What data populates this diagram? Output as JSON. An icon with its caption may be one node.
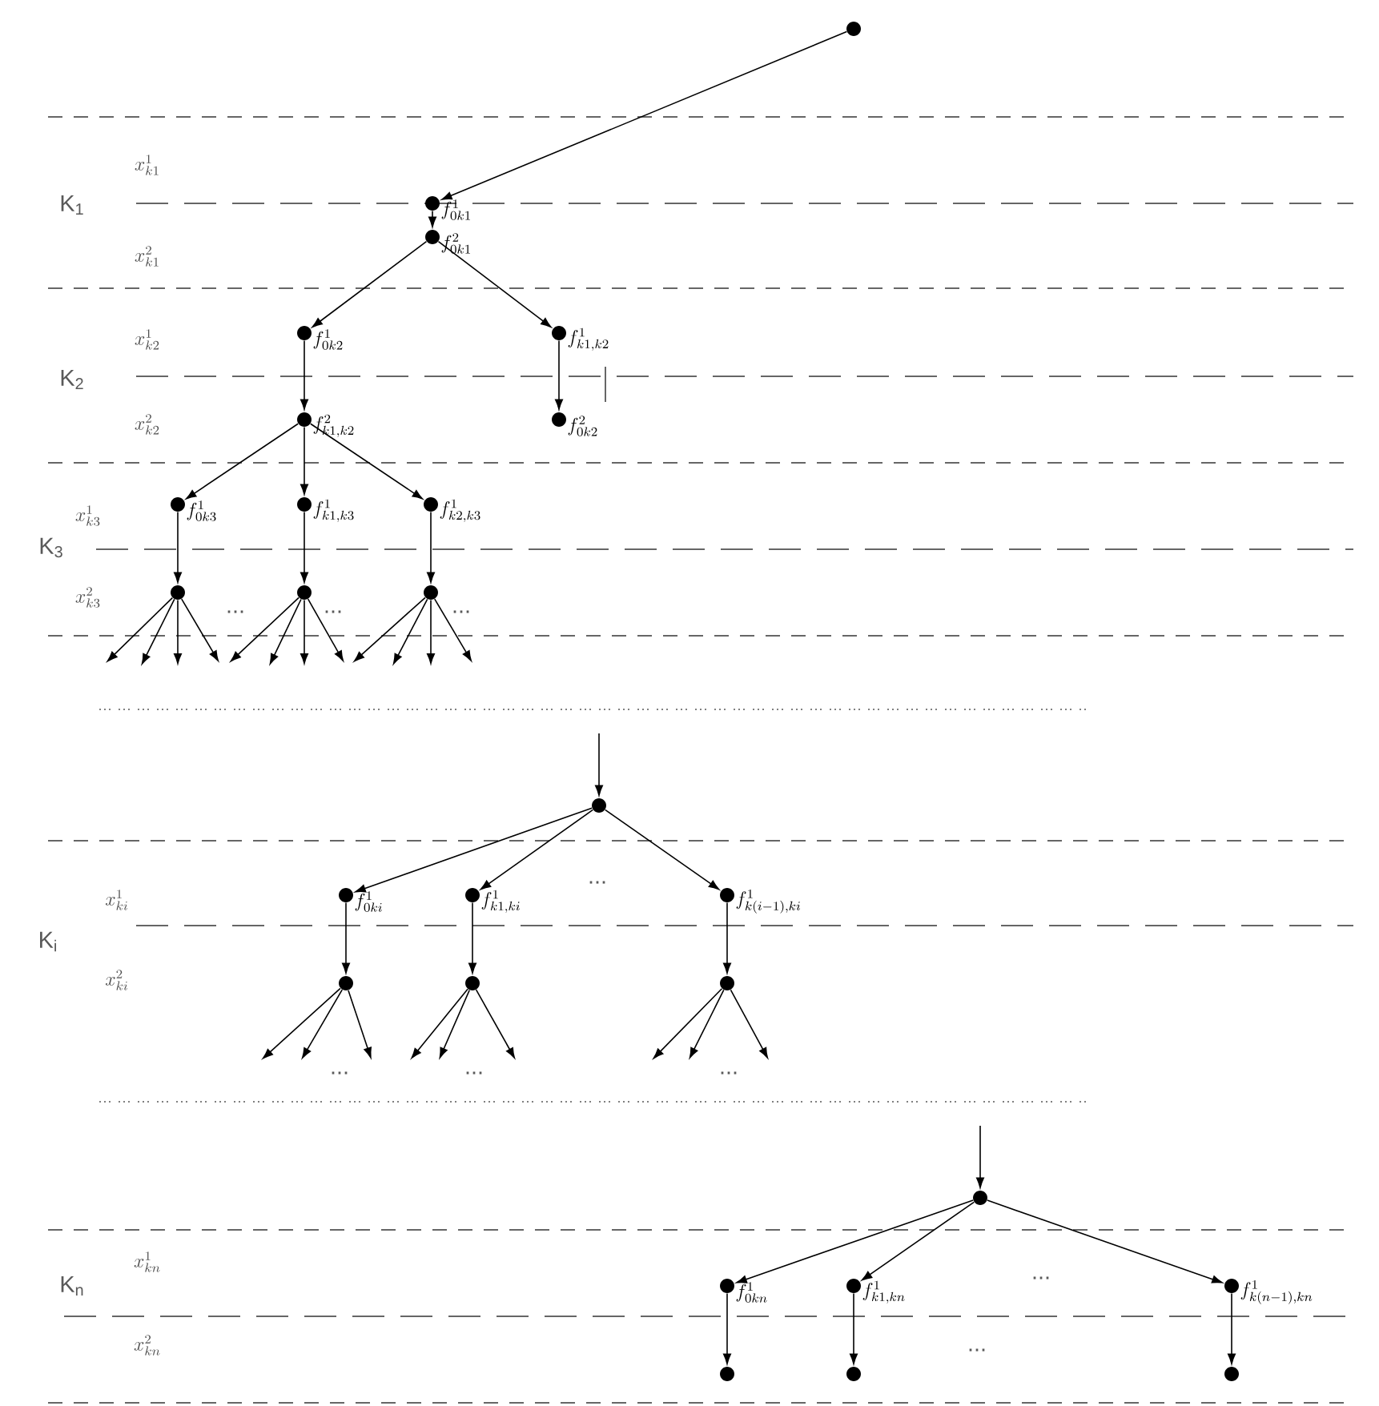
{
  "diagram": {
    "nodes": [
      {
        "text": [],
        "shape": "circle"
      },
      {
        "text": [],
        "shape": "circle",
        "beside": [
          "f^{1}_{0k1}"
        ]
      },
      {
        "text": [],
        "shape": "circle",
        "beside": [
          "f^{2}_{0k1}"
        ]
      },
      {
        "text": [],
        "shape": "circle",
        "beside": [
          "f^{1}_{0k2}"
        ]
      },
      {
        "text": [],
        "shape": "circle",
        "beside": [
          "f^{1}_{k1,k2}"
        ]
      },
      {
        "text": [],
        "shape": "circle",
        "beside": [
          "f^{2}_{k1,k2}"
        ]
      },
      {
        "text": [],
        "shape": "circle",
        "beside": [
          "f^{2}_{0k2}"
        ]
      },
      {
        "text": [],
        "shape": "circle",
        "beside": [
          "f^{1}_{0k3}"
        ]
      },
      {
        "text": [],
        "shape": "circle",
        "beside": [
          "f^{1}_{k1,k3}"
        ]
      },
      {
        "text": [],
        "shape": "circle",
        "beside": [
          "f^{1}_{k2,k3}"
        ]
      },
      {
        "text": [],
        "shape": "circle"
      },
      {
        "text": [],
        "shape": "circle"
      },
      {
        "text": [],
        "shape": "circle"
      },
      {
        "text": [],
        "shape": "circle"
      },
      {
        "text": [],
        "shape": "circle",
        "beside": [
          "f^{1}_{0ki}"
        ]
      },
      {
        "text": [],
        "shape": "circle",
        "beside": [
          "f^{1}_{k1,ki}"
        ]
      },
      {
        "text": [],
        "shape": "circle",
        "beside": [
          "f^{1}_{k(i-1),ki}"
        ]
      },
      {
        "text": [],
        "shape": "circle"
      },
      {
        "text": [],
        "shape": "circle"
      },
      {
        "text": [],
        "shape": "circle"
      },
      {
        "text": [],
        "shape": "circle"
      },
      {
        "text": [],
        "shape": "circle",
        "beside": [
          "f^{1}_{0kn}"
        ]
      },
      {
        "text": [],
        "shape": "circle",
        "beside": [
          "f^{1}_{k1,kn}"
        ]
      },
      {
        "text": [],
        "shape": "circle",
        "beside": [
          "f^{1}_{k(n-1),kn}"
        ]
      },
      {
        "text": [],
        "shape": "circle"
      },
      {
        "text": [],
        "shape": "circle"
      },
      {
        "text": [],
        "shape": "circle"
      }
    ],
    "edges": [
      {
        "from": 0,
        "to": 1,
        "arrow": "to"
      },
      {
        "from": 1,
        "to": 2,
        "arrow": "to"
      },
      {
        "from": 2,
        "to": 3,
        "arrow": "to"
      },
      {
        "from": 2,
        "to": 4,
        "arrow": "to"
      },
      {
        "from": 3,
        "to": 5,
        "arrow": "to"
      },
      {
        "from": 4,
        "to": 6,
        "arrow": "to"
      },
      {
        "from": 5,
        "to": 7,
        "arrow": "to"
      },
      {
        "from": 5,
        "to": 8,
        "arrow": "to"
      },
      {
        "from": 5,
        "to": 9,
        "arrow": "to"
      },
      {
        "from": 7,
        "to": 10,
        "arrow": "to"
      },
      {
        "from": 8,
        "to": 11,
        "arrow": "to"
      },
      {
        "from": 9,
        "to": 12,
        "arrow": "to"
      },
      {
        "from": 10,
        "to": null,
        "arrow": "to"
      },
      {
        "from": 10,
        "to": null,
        "arrow": "to"
      },
      {
        "from": 10,
        "to": null,
        "arrow": "to"
      },
      {
        "from": 10,
        "to": null,
        "arrow": "to"
      },
      {
        "from": 11,
        "to": null,
        "arrow": "to"
      },
      {
        "from": 11,
        "to": null,
        "arrow": "to"
      },
      {
        "from": 11,
        "to": null,
        "arrow": "to"
      },
      {
        "from": 11,
        "to": null,
        "arrow": "to"
      },
      {
        "from": 12,
        "to": null,
        "arrow": "to"
      },
      {
        "from": 12,
        "to": null,
        "arrow": "to"
      },
      {
        "from": 12,
        "to": null,
        "arrow": "to"
      },
      {
        "from": 12,
        "to": null,
        "arrow": "to"
      },
      {
        "from": null,
        "to": 13,
        "arrow": "to"
      },
      {
        "from": 13,
        "to": 14,
        "arrow": "to"
      },
      {
        "from": 13,
        "to": 15,
        "arrow": "to"
      },
      {
        "from": 13,
        "to": 16,
        "arrow": "to"
      },
      {
        "from": 14,
        "to": 17,
        "arrow": "to"
      },
      {
        "from": 15,
        "to": 18,
        "arrow": "to"
      },
      {
        "from": 16,
        "to": 19,
        "arrow": "to"
      },
      {
        "from": 17,
        "to": null,
        "arrow": "to"
      },
      {
        "from": 17,
        "to": null,
        "arrow": "to"
      },
      {
        "from": 17,
        "to": null,
        "arrow": "to"
      },
      {
        "from": 18,
        "to": null,
        "arrow": "to"
      },
      {
        "from": 18,
        "to": null,
        "arrow": "to"
      },
      {
        "from": 18,
        "to": null,
        "arrow": "to"
      },
      {
        "from": 19,
        "to": null,
        "arrow": "to"
      },
      {
        "from": 19,
        "to": null,
        "arrow": "to"
      },
      {
        "from": 19,
        "to": null,
        "arrow": "to"
      },
      {
        "from": null,
        "to": 20,
        "arrow": "to"
      },
      {
        "from": 20,
        "to": 21,
        "arrow": "to"
      },
      {
        "from": 20,
        "to": 22,
        "arrow": "to"
      },
      {
        "from": 20,
        "to": 23,
        "arrow": "to"
      },
      {
        "from": 21,
        "to": 24,
        "arrow": "to"
      },
      {
        "from": 22,
        "to": 25,
        "arrow": "to"
      },
      {
        "from": 23,
        "to": 26,
        "arrow": "to"
      }
    ],
    "labels": [
      "x^{1}_{k1}",
      "K$_{1}$",
      "x^{2}_{k1}",
      "x^{1}_{k2}",
      "K$_{2}$",
      "x^{2}_{k2}",
      "x^{1}_{k3}",
      "K$_{3}$",
      "x^{2}_{k3}",
      "...",
      "...",
      "...",
      "x^{1}_{ki}",
      "...",
      "K$_{i}$",
      "x^{2}_{ki}",
      "...",
      "...",
      "...",
      "x^{1}_{kn}",
      "...",
      "K$_{n}$",
      "x^{2}_{kn}",
      "..."
    ]
  }
}
